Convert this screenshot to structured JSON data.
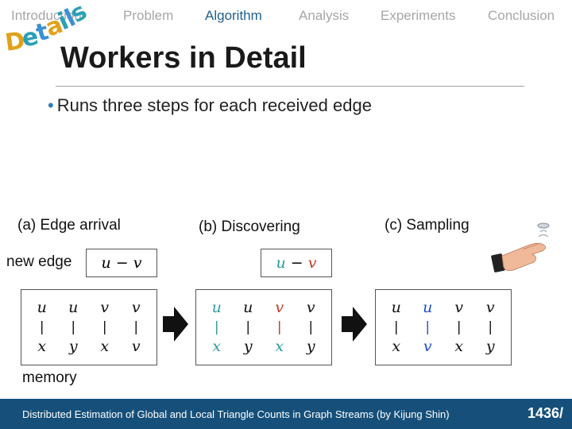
{
  "nav": {
    "items": [
      "Introduction",
      "Problem",
      "Algorithm",
      "Analysis",
      "Experiments",
      "Conclusion"
    ],
    "active_index": 2
  },
  "logo": {
    "text": "Details"
  },
  "slide": {
    "title": "Workers in Detail",
    "bullet": "Runs three steps for each received edge"
  },
  "steps": {
    "a": "(a) Edge arrival",
    "b": "(b) Discovering",
    "c": "(c) Sampling"
  },
  "labels": {
    "new_edge": "new edge",
    "memory": "memory"
  },
  "new_edge": {
    "a": "u − v",
    "b_left": "u",
    "b_mid": " − ",
    "b_right": "v"
  },
  "memory": {
    "a": [
      [
        "u",
        "x"
      ],
      [
        "u",
        "y"
      ],
      [
        "v",
        "x"
      ],
      [
        "v",
        "v"
      ]
    ],
    "b": [
      [
        "u",
        "x"
      ],
      [
        "u",
        "y"
      ],
      [
        "v",
        "x"
      ],
      [
        "v",
        "y"
      ]
    ],
    "c": [
      [
        "u",
        "x"
      ],
      [
        "u",
        "v"
      ],
      [
        "v",
        "x"
      ],
      [
        "v",
        "y"
      ]
    ]
  },
  "colors": {
    "accent": "#1f5f8b",
    "teal": "#2a9d9d",
    "red": "#c0392b",
    "blue": "#1e4fc4",
    "footer": "#16507a"
  },
  "footer": {
    "text": "Distributed Estimation of Global and Local Triangle Counts in Graph Streams (by Kijung Shin)",
    "page": "1436/"
  }
}
